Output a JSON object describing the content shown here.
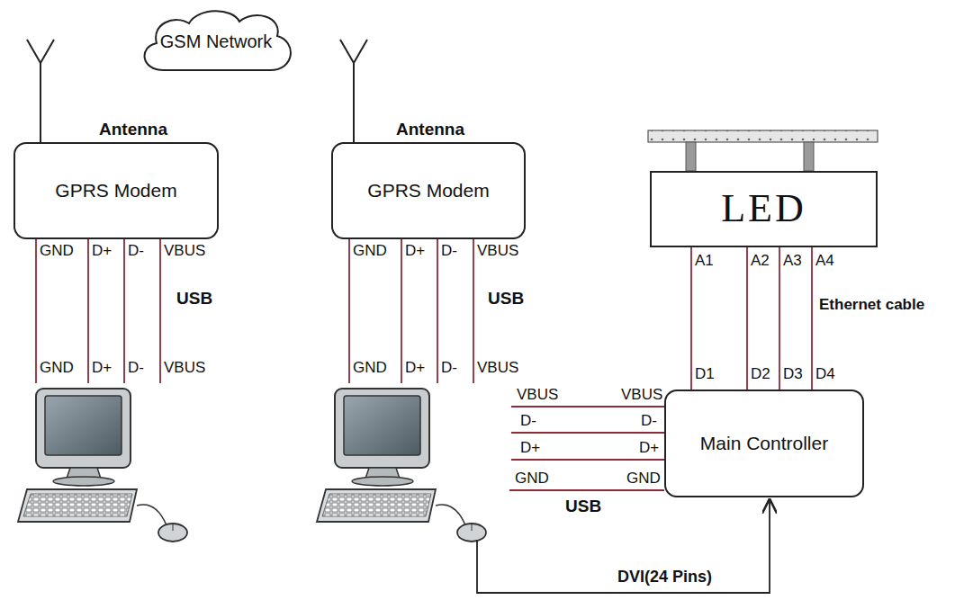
{
  "diagram": {
    "nodes": [
      {
        "text": [
          "GSM Network"
        ]
      },
      {
        "text": [
          "GPRS Modem"
        ]
      },
      {
        "text": [
          "GPRS Modem"
        ]
      },
      {
        "text": [
          "LED"
        ]
      },
      {
        "text": [
          "Main Controller"
        ]
      }
    ],
    "edges": [
      {
        "from": 3,
        "to": 4,
        "arrow": "none"
      },
      {
        "from": 3,
        "to": 4,
        "arrow": "none"
      },
      {
        "from": 3,
        "to": 4,
        "arrow": "none"
      },
      {
        "from": 3,
        "to": 4,
        "arrow": "none"
      }
    ],
    "labels": [
      "Antenna",
      "GND",
      "D+",
      "D-",
      "VBUS",
      "USB",
      "GND",
      "D+",
      "D-",
      "VBUS",
      "Antenna",
      "GND",
      "D+",
      "D-",
      "VBUS",
      "USB",
      "GND",
      "D+",
      "D-",
      "VBUS",
      "A1",
      "A2",
      "A3",
      "A4",
      "Ethernet cable",
      "D1",
      "D2",
      "D3",
      "D4",
      "VBUS",
      "VBUS",
      "D-",
      "D-",
      "D+",
      "D+",
      "GND",
      "GND",
      "USB",
      "DVI(24 Pins)"
    ]
  }
}
